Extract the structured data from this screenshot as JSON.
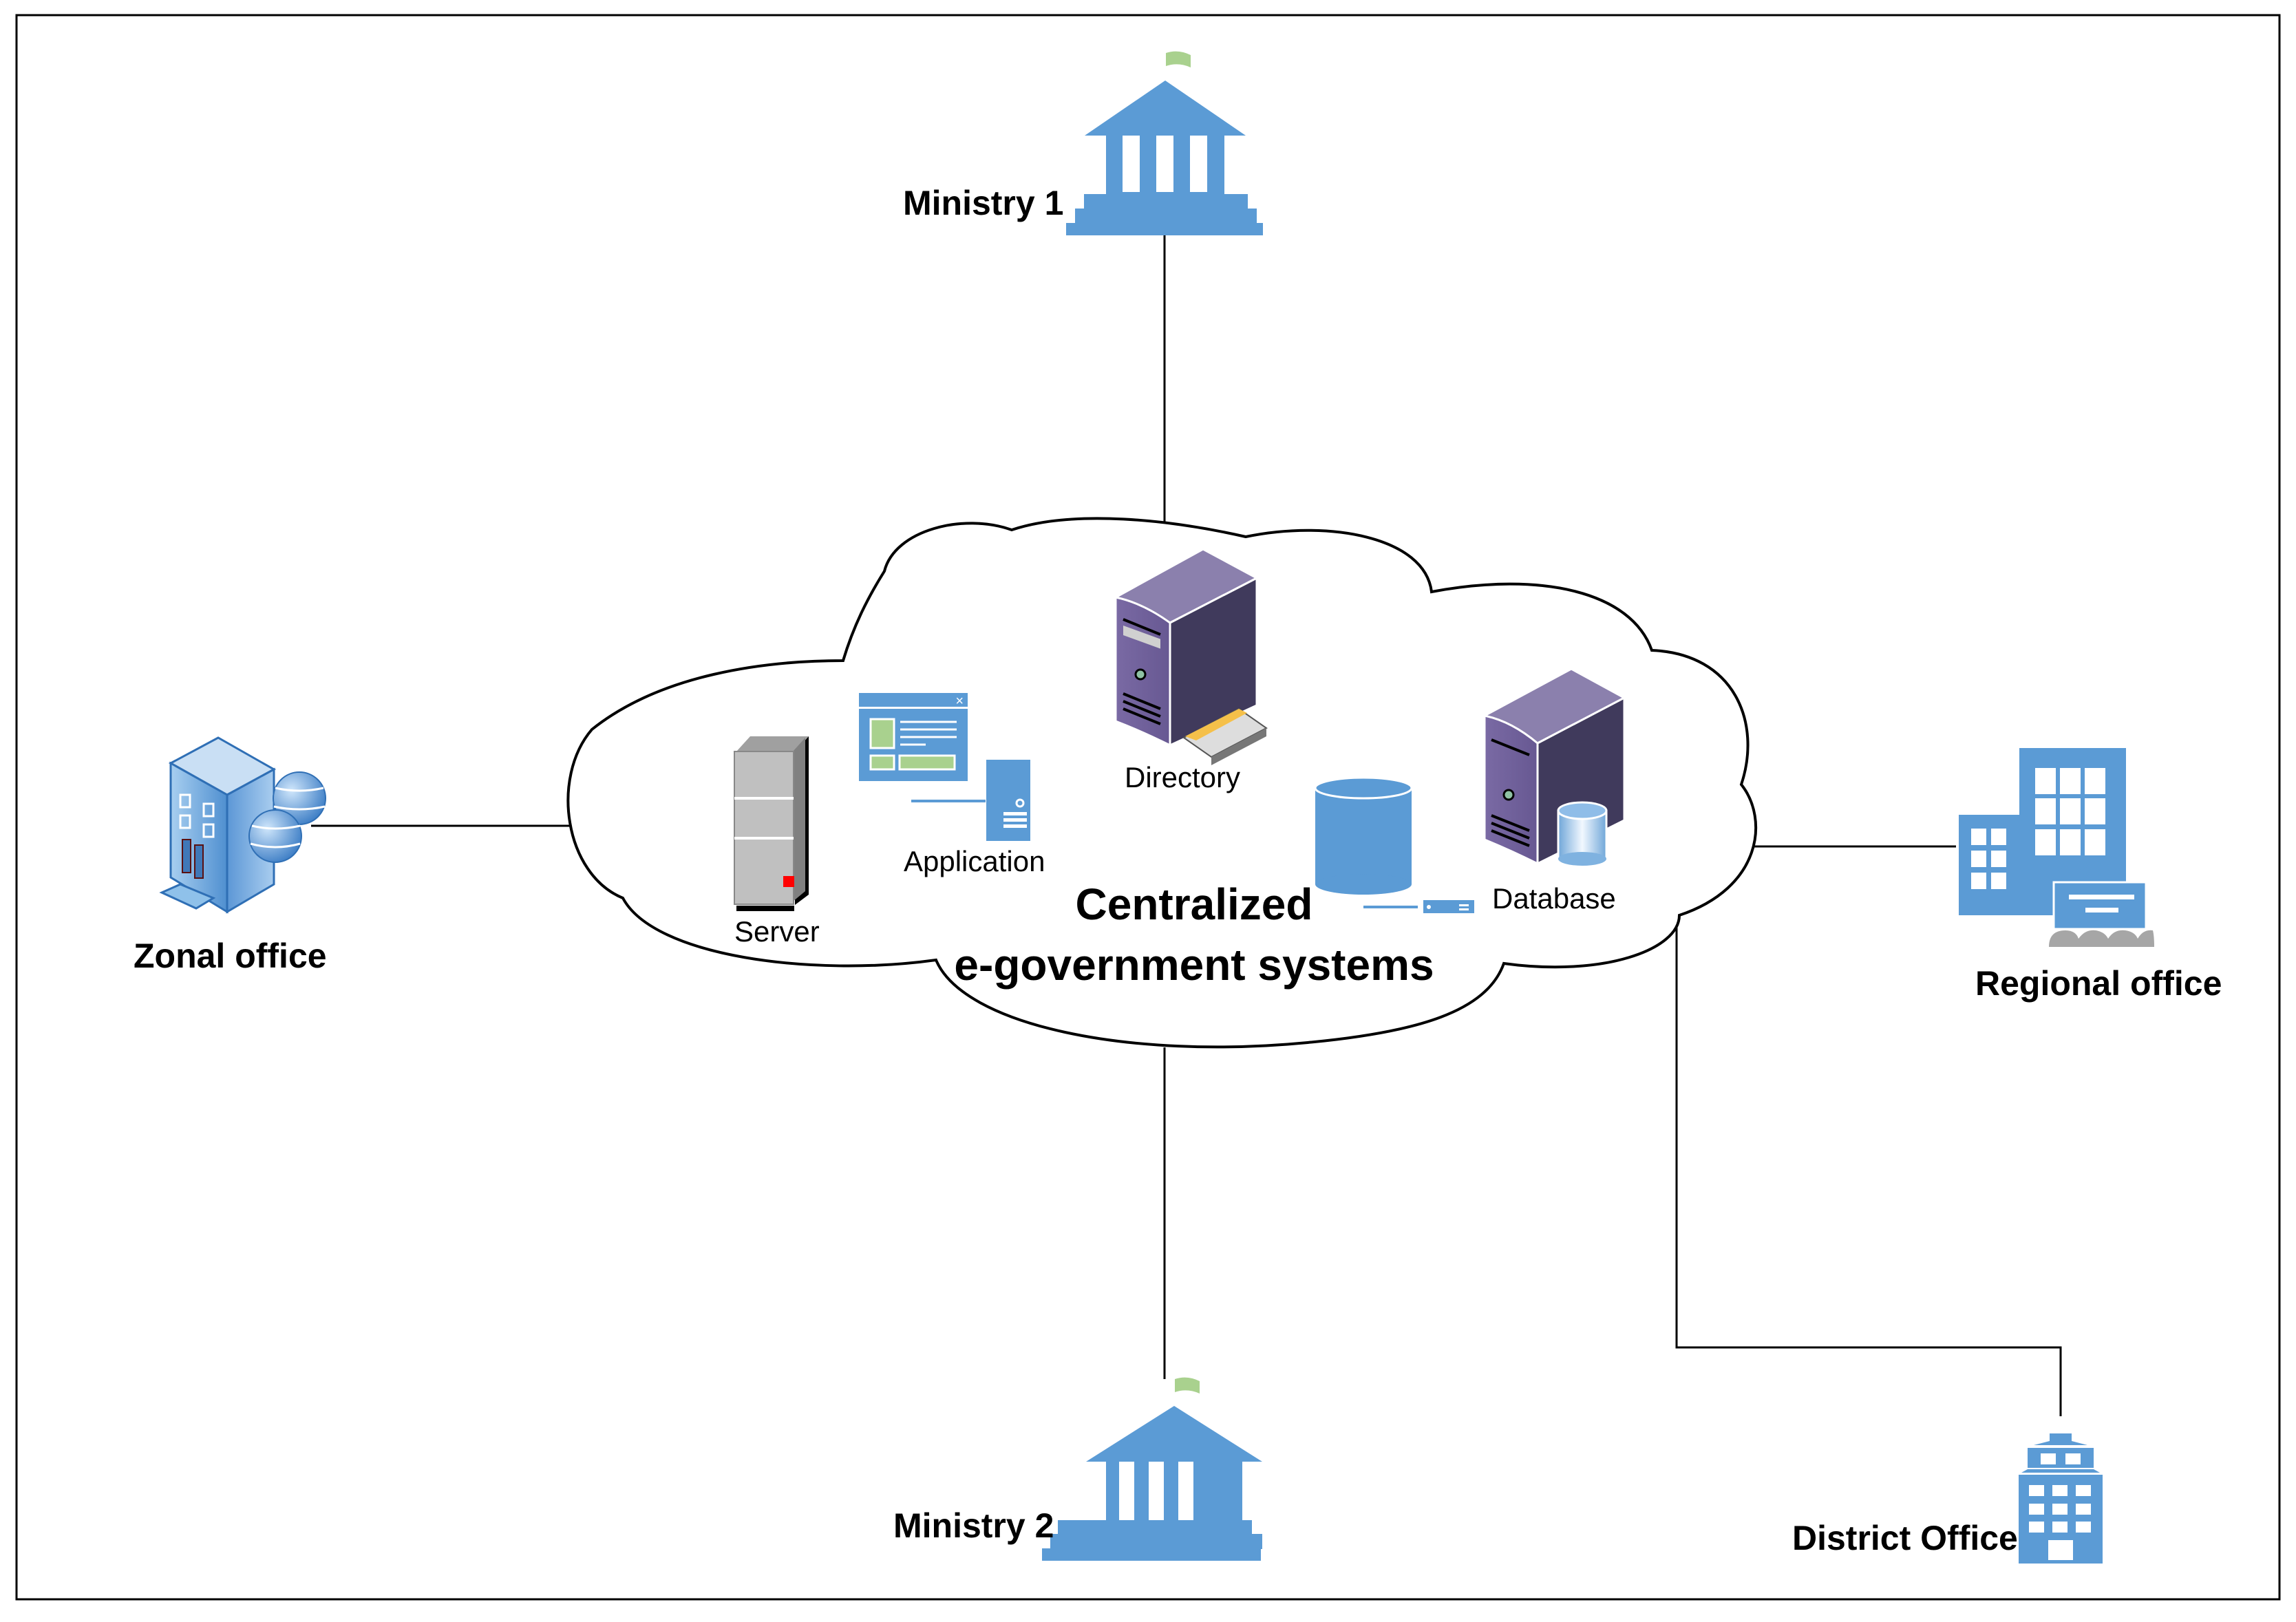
{
  "diagram": {
    "title_line1": "Centralized",
    "title_line2": "e-government systems",
    "colors": {
      "icon_blue": "#5b9bd5",
      "flag_green": "#a9d18e",
      "server_purple": "#6f5f97",
      "line": "#000000"
    },
    "cloud_components": [
      {
        "id": "server",
        "label": "Server",
        "icon": "tower-server-icon"
      },
      {
        "id": "application",
        "label": "Application",
        "icon": "application-window-icon"
      },
      {
        "id": "directory",
        "label": "Directory",
        "icon": "directory-server-icon"
      },
      {
        "id": "storage",
        "label": "",
        "icon": "database-cylinder-icon"
      },
      {
        "id": "database",
        "label": "Database",
        "icon": "database-server-icon"
      }
    ],
    "nodes": [
      {
        "id": "ministry1",
        "label": "Ministry 1",
        "icon": "government-building-icon"
      },
      {
        "id": "zonal",
        "label": "Zonal office",
        "icon": "office-building-globe-icon"
      },
      {
        "id": "regional",
        "label": "Regional office",
        "icon": "office-buildings-icon"
      },
      {
        "id": "ministry2",
        "label": "Ministry 2",
        "icon": "government-building-icon"
      },
      {
        "id": "district",
        "label": "District Office",
        "icon": "tower-building-icon"
      }
    ],
    "connections": [
      {
        "from": "ministry1",
        "to": "cloud"
      },
      {
        "from": "zonal",
        "to": "cloud"
      },
      {
        "from": "regional",
        "to": "cloud"
      },
      {
        "from": "ministry2",
        "to": "cloud"
      },
      {
        "from": "district",
        "to": "cloud"
      }
    ]
  }
}
